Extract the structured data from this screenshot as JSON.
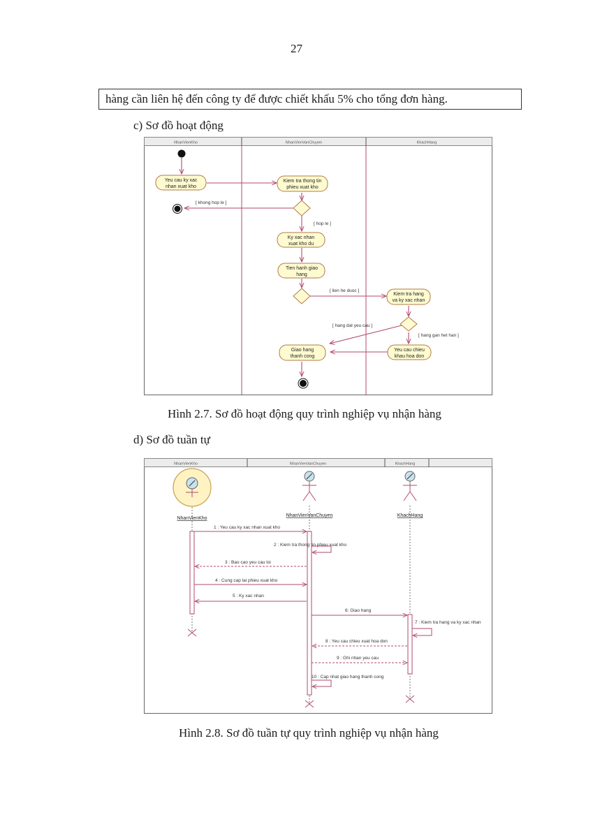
{
  "page": {
    "number": "27",
    "boxed_text": "hàng cần liên hệ đến công ty để được chiết khấu 5% cho tổng đơn hàng.",
    "heading_c": "c) Sơ đồ hoạt động",
    "caption_activity": "Hình 2.7. Sơ đồ hoạt động quy trình nghiệp vụ nhận hàng",
    "heading_d": "d) Sơ đồ tuần tự",
    "caption_sequence": "Hình 2.8. Sơ đồ tuần tự quy trình nghiệp vụ nhận hàng"
  },
  "activity": {
    "lanes": [
      "NhanVienKho",
      "NhanVienVanChuyen",
      "KhachHang"
    ],
    "nodes": {
      "yeu_cau_1": "Yeu cau ky xac",
      "yeu_cau_2": "nhan xuat kho",
      "kiem_tra_1": "Kiem tra thong tin",
      "kiem_tra_2": "phieu xuat kho",
      "ky_1": "Ky xac nhan",
      "ky_2": "xuat kho du",
      "tien_1": "Tien hanh giao",
      "tien_2": "hang",
      "kt_hang_1": "Kiem tra hang",
      "kt_hang_2": "va ky xac nhan",
      "yc_chieu_1": "Yeu cau chieu",
      "yc_chieu_2": "khau hoa don",
      "giao_1": "Giao hang",
      "giao_2": "thanh cong"
    },
    "guards": {
      "khong_hop_le": "[ khong hop le ]",
      "hop_le": "[ hop le ]",
      "lien_he": "[ lien he duoc ]",
      "dat_yeu_cau": "[ hang dat yeu cau ]",
      "gan_het_han": "[ hang gan het han ]"
    }
  },
  "sequence": {
    "header_labels": [
      "NhanVienKho",
      "NhanVienVanChuyen",
      "KhachHang"
    ],
    "actors": [
      "NhanVienKho",
      "NhanVienVanChuyen",
      "KhachHang"
    ],
    "messages": [
      "1 : Yeu cau ky xac nhan xuat kho",
      "2 : Kiem tra thong tin phieu xuat kho",
      "3 : Bao cao yeu cau loi",
      "4 : Cung cap lai phieu xuat kho",
      "5 : Ky xac nhan",
      "6: Giao hang",
      "7 : Kiem tra hang va ky xac nhan",
      "8 : Yeu cau chieu xuat hoa don",
      "9 : Ghi nhan yeu cau",
      "10 : Cap nhat giao hang thanh cong"
    ]
  },
  "colors": {
    "uml_line": "#b24a6e",
    "node_fill": "#fffbd0",
    "node_stroke": "#b2784a",
    "frame": "#666666"
  }
}
